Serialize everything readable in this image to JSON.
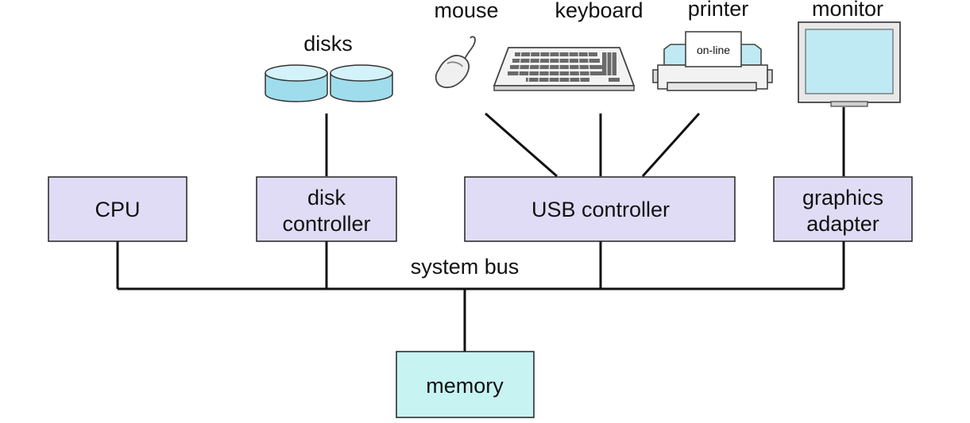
{
  "devices": {
    "disks": "disks",
    "mouse": "mouse",
    "keyboard": "keyboard",
    "printer": "printer",
    "printer_status": "on-line",
    "monitor": "monitor"
  },
  "controllers": {
    "cpu": "CPU",
    "disk_controller": [
      "disk",
      "controller"
    ],
    "usb_controller": "USB controller",
    "graphics_adapter": [
      "graphics",
      "adapter"
    ]
  },
  "bus": {
    "label": "system bus"
  },
  "memory": {
    "label": "memory"
  },
  "colors": {
    "controller_fill": "#e0dcf5",
    "memory_fill": "#c8f3f3",
    "disk_fill": "#bfeaf4",
    "line": "#111111"
  },
  "icons": [
    "disk-icon",
    "mouse-icon",
    "keyboard-icon",
    "printer-icon",
    "monitor-icon"
  ]
}
